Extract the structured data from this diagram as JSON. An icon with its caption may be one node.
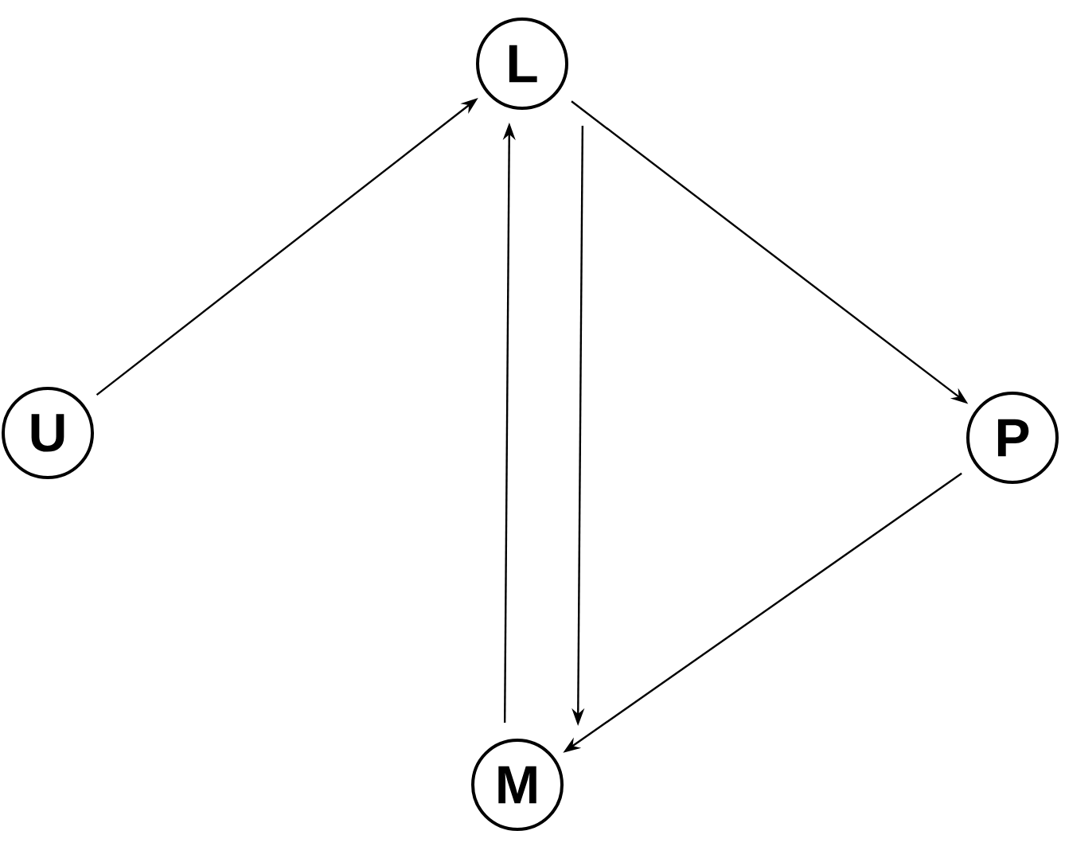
{
  "diagram": {
    "nodes": [
      {
        "text": [
          "L"
        ]
      },
      {
        "text": [
          "U"
        ]
      },
      {
        "text": [
          "P"
        ]
      },
      {
        "text": [
          "M"
        ]
      }
    ],
    "edges": [
      {
        "from": 1,
        "to": 0,
        "arrow": "to"
      },
      {
        "from": 0,
        "to": 2,
        "arrow": "to"
      },
      {
        "from": 2,
        "to": 3,
        "arrow": "to"
      },
      {
        "from": 3,
        "to": 0,
        "arrow": "to"
      },
      {
        "from": 0,
        "to": 3,
        "arrow": "to"
      }
    ]
  }
}
